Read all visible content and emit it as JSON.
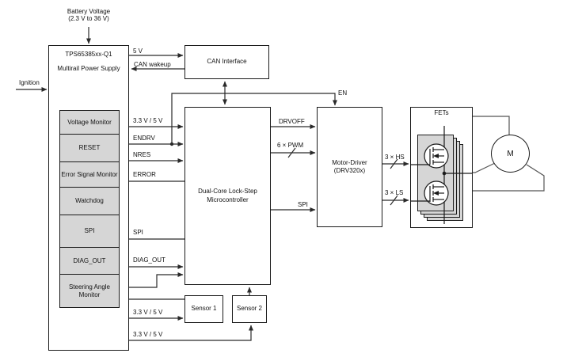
{
  "colors": {
    "module_fill": "#d6d6d6",
    "line": "#2a2a2a",
    "border": "#1a1a1a",
    "background": "#ffffff"
  },
  "inputs": {
    "battery_line1": "Battery Voltage",
    "battery_line2": "(2.3 V to 36 V)",
    "ignition": "Ignition"
  },
  "power_supply": {
    "title": "TPS65385xx-Q1",
    "subtitle": "Multirail Power Supply",
    "modules": [
      "Voltage Monitor",
      "RESET",
      "Error Signal Monitor",
      "Watchdog",
      "SPI",
      "DIAG_OUT",
      "Steering Angle Monitor"
    ]
  },
  "can_interface": {
    "label": "CAN Interface"
  },
  "mcu": {
    "line1": "Dual-Core Lock-Step",
    "line2": "Microcontroller"
  },
  "motor_driver": {
    "line1": "Motor-Driver",
    "line2": "(DRV320x)"
  },
  "fets": {
    "label": "FETs"
  },
  "motor": {
    "label": "M"
  },
  "sensors": {
    "sensor1": "Sensor 1",
    "sensor2": "Sensor 2"
  },
  "signals": {
    "v5": "5 V",
    "can_wakeup": "CAN wakeup",
    "rail_1": "3.3 V / 5 V",
    "endrv": "ENDRV",
    "nres": "NRES",
    "error": "ERROR",
    "spi_left": "SPI",
    "diag_out": "DIAG_OUT",
    "rail_2": "3.3 V / 5 V",
    "rail_3": "3.3 V / 5 V",
    "en": "EN",
    "drvoff": "DRVOFF",
    "pwm": "6 × PWM",
    "spi_right": "SPI",
    "hs": "3 × HS",
    "ls": "3 × LS"
  }
}
